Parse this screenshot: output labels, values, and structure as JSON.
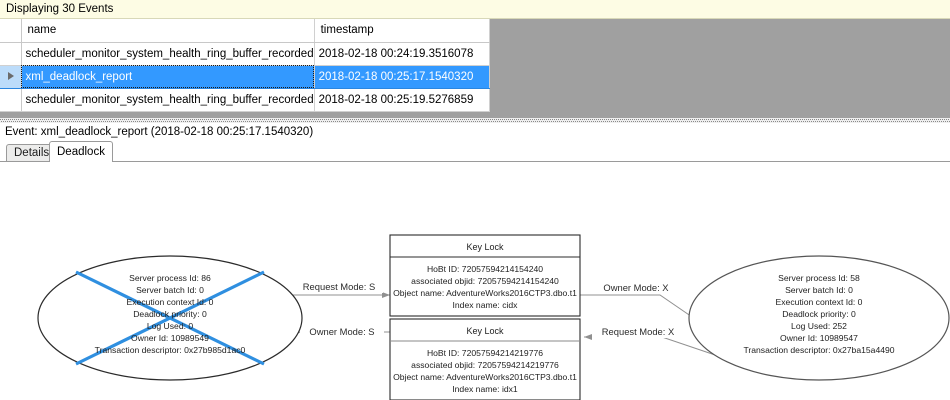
{
  "banner": {
    "text": "Displaying 30 Events"
  },
  "grid": {
    "columns": [
      "",
      "name",
      "timestamp"
    ],
    "rows": [
      {
        "selected": false,
        "name": "scheduler_monitor_system_health_ring_buffer_recorded",
        "timestamp": "2018-02-18 00:24:19.3516078"
      },
      {
        "selected": true,
        "name": "xml_deadlock_report",
        "timestamp": "2018-02-18 00:25:17.1540320"
      },
      {
        "selected": false,
        "name": "scheduler_monitor_system_health_ring_buffer_recorded",
        "timestamp": "2018-02-18 00:25:19.5276859"
      }
    ]
  },
  "event_caption": {
    "text": "Event: xml_deadlock_report (2018-02-18 00:25:17.1540320)"
  },
  "tabs": [
    {
      "label": "Details",
      "active": false
    },
    {
      "label": "Deadlock",
      "active": true
    }
  ],
  "colors": {
    "selection": "#3399ff",
    "banner": "#fdfce4",
    "victim_cross": "#2f8fe0",
    "edge": "#808080",
    "node_stroke": "#2b2b2b"
  },
  "deadlock_graph": {
    "processes": [
      {
        "id": "victim-process",
        "is_victim": true,
        "lines": [
          "Server process Id: 86",
          "Server batch Id: 0",
          "Execution context Id: 0",
          "Deadlock priority: 0",
          "Log Used: 0",
          "Owner Id: 10989549",
          "Transaction descriptor: 0x27b985d1ac0"
        ]
      },
      {
        "id": "surviving-process",
        "is_victim": false,
        "lines": [
          "Server process Id: 58",
          "Server batch Id: 0",
          "Execution context Id: 0",
          "Deadlock priority: 0",
          "Log Used: 252",
          "Owner Id: 10989547",
          "Transaction descriptor: 0x27ba15a4490"
        ]
      }
    ],
    "resources": [
      {
        "id": "key-lock-cidx",
        "title": "Key Lock",
        "lines": [
          "HoBt ID: 72057594214154240",
          "associated objid: 72057594214154240",
          "Object name: AdventureWorks2016CTP3.dbo.t1",
          "Index name: cidx"
        ]
      },
      {
        "id": "key-lock-idx1",
        "title": "Key Lock",
        "lines": [
          "HoBt ID: 72057594214219776",
          "associated objid: 72057594214219776",
          "Object name: AdventureWorks2016CTP3.dbo.t1",
          "Index name: idx1"
        ]
      }
    ],
    "edges": [
      {
        "id": "edge-request-s",
        "label": "Request Mode: S",
        "from": "victim-process",
        "to": "key-lock-cidx"
      },
      {
        "id": "edge-owner-s",
        "label": "Owner Mode: S",
        "from": "key-lock-idx1",
        "to": "victim-process"
      },
      {
        "id": "edge-owner-x",
        "label": "Owner Mode: X",
        "from": "key-lock-cidx",
        "to": "surviving-process"
      },
      {
        "id": "edge-request-x",
        "label": "Request Mode: X",
        "from": "surviving-process",
        "to": "key-lock-idx1"
      }
    ]
  }
}
